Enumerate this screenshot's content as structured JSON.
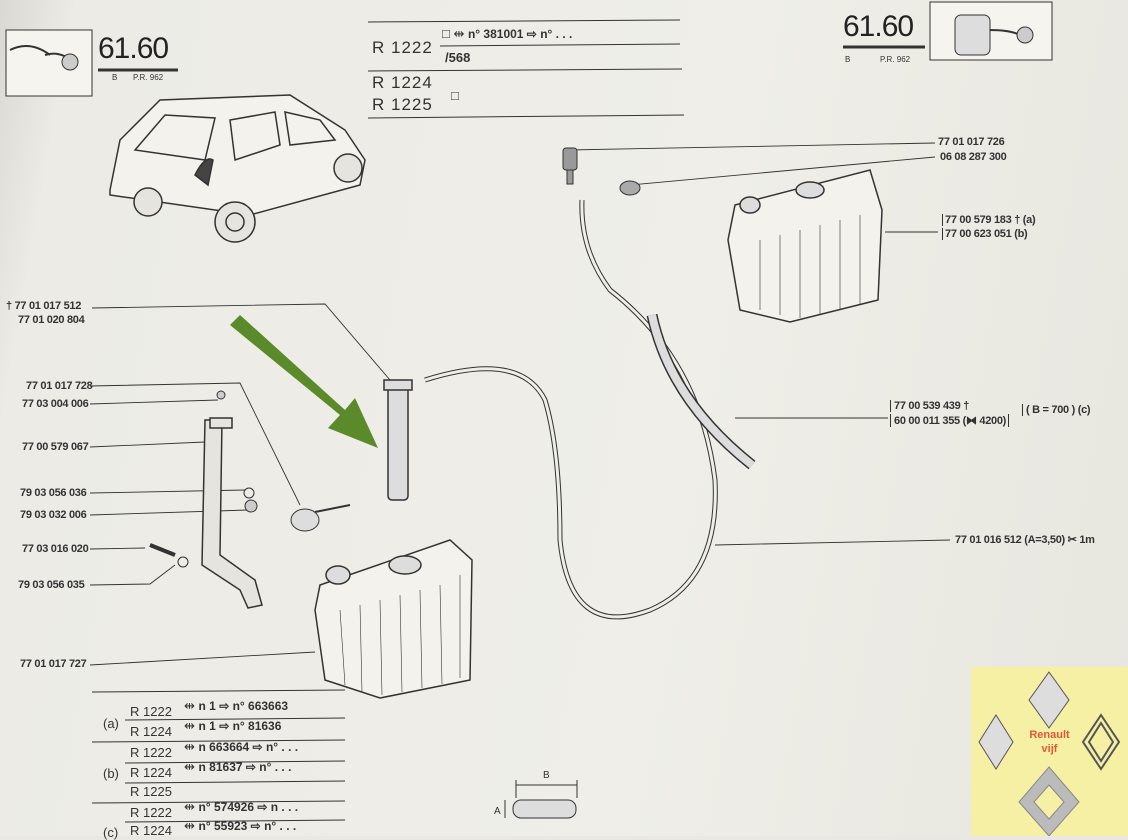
{
  "header_left": {
    "section": "61.60",
    "sub": "B",
    "pr": "P.R. 962"
  },
  "header_right": {
    "section": "61.60",
    "sub": "B",
    "pr": "P.R. 962"
  },
  "applicability": {
    "rows": [
      {
        "model": "R 1222",
        "text": "n° 381001 ⇨ n° . . .",
        "sub": "/568"
      },
      {
        "model": "R 1224",
        "text": ""
      },
      {
        "model": "R 1225",
        "text": ""
      }
    ]
  },
  "parts_left": [
    {
      "ref": "† 77 01 017 512"
    },
    {
      "ref": "77 01 020 804"
    },
    {
      "ref": "77 01 017 728"
    },
    {
      "ref": "77 03 004 006"
    },
    {
      "ref": "77 00 579 067"
    },
    {
      "ref": "79 03 056 036"
    },
    {
      "ref": "79 03 032 006"
    },
    {
      "ref": "77 03 016 020"
    },
    {
      "ref": "79 03 056 035"
    },
    {
      "ref": "77 01 017 727"
    }
  ],
  "parts_right": [
    {
      "ref": "77 01 017 726"
    },
    {
      "ref": "06 08 287 300"
    },
    {
      "ref": "77 00 579 183 † (a)"
    },
    {
      "ref": "77 00 623 051     (b)"
    },
    {
      "ref": "77 00 539 439 †"
    },
    {
      "ref": "60 00 011 355 (⧓ 4200)"
    },
    {
      "ref": "( B = 700 ) (c)"
    },
    {
      "ref": "77 01 016 512 (A=3,50) ✂ 1m"
    }
  ],
  "variants": [
    {
      "group": "(a)",
      "model": "R 1222",
      "text": "n  1  ⇨  n° 663663"
    },
    {
      "group": "",
      "model": "R 1224",
      "text": "n  1  ⇨  n° 81636"
    },
    {
      "group": "",
      "model": "R 1222",
      "text": "n  663664  ⇨  n°  . . ."
    },
    {
      "group": "(b)",
      "model": "R 1224",
      "text": "n  81637  ⇨  n°  . . ."
    },
    {
      "group": "",
      "model": "R 1225",
      "text": ""
    },
    {
      "group": "",
      "model": "R 1222",
      "text": "n°  574926  ⇨  n  . . ."
    },
    {
      "group": "(c)",
      "model": "R 1224",
      "text": "n°  55923  ⇨  n°  . . ."
    }
  ],
  "dimension": {
    "a": "A",
    "b": "B"
  },
  "logo": {
    "badge": "RENAULT",
    "line1": "Renault",
    "line2": "vijf"
  },
  "colors": {
    "arrow": "#5a8a2a",
    "paper": "#efeee8",
    "logo_bg": "#f6f0a4",
    "logo_text": "#e2573a"
  }
}
